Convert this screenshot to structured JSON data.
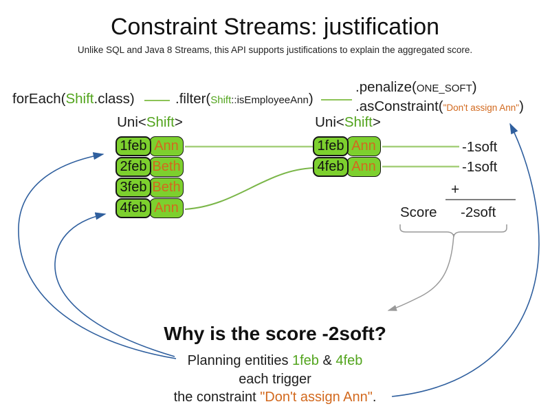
{
  "colors": {
    "box_green": "#7dd02e",
    "green_text": "#52a41d",
    "connector_green": "#9cc973",
    "orange": "#d2691e",
    "arrow_blue": "#2f5f9e",
    "arrow_gray": "#999999"
  },
  "header": {
    "title": "Constraint Streams: justification",
    "subtitle": "Unlike SQL and Java 8 Streams, this API supports justifications to explain the aggregated score."
  },
  "code": {
    "foreach": {
      "pre": "forEach(",
      "type": "Shift",
      "post": ".class)"
    },
    "filter": {
      "pre": ".filter(",
      "type": "Shift",
      "method": "::isEmployeeAnn",
      "post": ")"
    },
    "penalize": {
      "pre": ".penalize(",
      "arg": "ONE_SOFT",
      "post": ")"
    },
    "as_constraint": {
      "pre": ".asConstraint(",
      "arg": "\"Don't assign Ann\"",
      "post": ")"
    }
  },
  "left_stream": {
    "label": {
      "pre": "Uni<",
      "type": "Shift",
      "post": ">"
    },
    "rows": [
      {
        "date": "1feb",
        "employee": "Ann"
      },
      {
        "date": "2feb",
        "employee": "Beth"
      },
      {
        "date": "3feb",
        "employee": "Beth"
      },
      {
        "date": "4feb",
        "employee": "Ann"
      }
    ]
  },
  "right_stream": {
    "label": {
      "pre": "Uni<",
      "type": "Shift",
      "post": ">"
    },
    "rows": [
      {
        "date": "1feb",
        "employee": "Ann"
      },
      {
        "date": "4feb",
        "employee": "Ann"
      }
    ]
  },
  "score_panel": {
    "penalty1": "-1soft",
    "penalty2": "-1soft",
    "plus": "+",
    "score_label": "Score",
    "total": "-2soft"
  },
  "explanation": {
    "headline": "Why is the score -2soft?",
    "line1": {
      "pre": "Planning entities ",
      "entity1": "1feb",
      "joiner": " & ",
      "entity2": "4feb"
    },
    "line2": "each trigger",
    "line3": {
      "pre": "the constraint ",
      "constraint": "\"Don't assign Ann\"",
      "post": "."
    }
  }
}
